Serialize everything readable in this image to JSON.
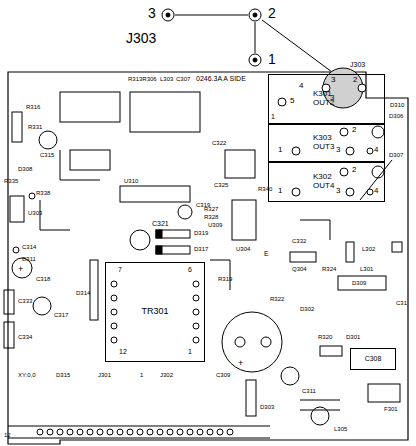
{
  "diagram": {
    "nodes": [
      {
        "text": [
          "K301",
          "OUT2"
        ]
      },
      {
        "text": [
          "K303",
          "OUT3"
        ]
      },
      {
        "text": [
          "K302",
          "OUT4"
        ]
      },
      {
        "text": [
          "TR301"
        ]
      },
      {
        "text": [
          "C308"
        ]
      }
    ],
    "labels": [
      "3",
      "2",
      "J303",
      "1",
      "R313R306",
      "L303",
      "C307",
      "0246.3A A SIDE",
      "J303",
      "3",
      "2",
      "4",
      "3",
      "5",
      "1",
      "2",
      "1",
      "3",
      "4",
      "2",
      "1",
      "3",
      "4",
      "D310",
      "D306",
      "D307",
      "R316",
      "R331",
      "C315",
      "D308",
      "R335",
      "R338",
      "U303",
      "C314",
      "D311",
      "C318",
      "C333",
      "C317",
      "C334",
      "XY:0,0",
      "D315",
      "J301",
      "1",
      "J302",
      "12",
      "D314",
      "U310",
      "C321",
      "D319",
      "D317",
      "7",
      "6",
      "12",
      "1",
      "C319",
      "U309",
      "C322",
      "C325",
      "R327",
      "R328",
      "R340",
      "U304",
      "E",
      "C332",
      "Q304",
      "R324",
      "L301",
      "L302",
      "D309",
      "R319",
      "R322",
      "D302",
      "C309",
      "D303",
      "C311",
      "R320",
      "D301",
      "F301",
      "L305",
      "C31"
    ]
  }
}
